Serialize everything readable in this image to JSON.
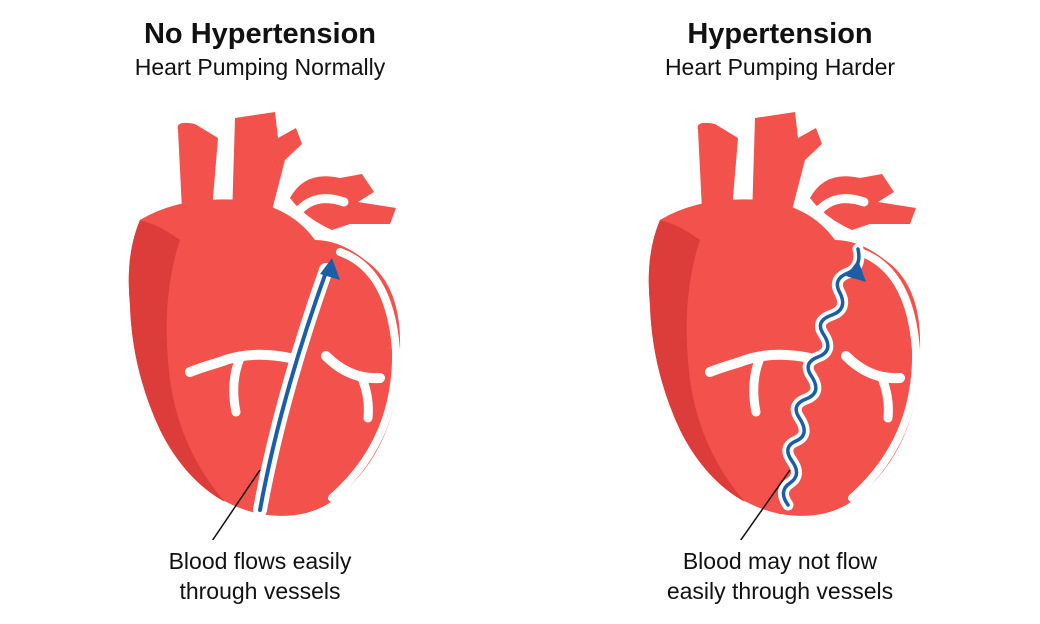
{
  "panels": [
    {
      "title": "No Hypertension",
      "subtitle": "Heart Pumping Normally",
      "caption_line1": "Blood flows easily",
      "caption_line2": "through vessels",
      "vessel_style": "straight"
    },
    {
      "title": "Hypertension",
      "subtitle": "Heart Pumping Harder",
      "caption_line1": "Blood may not flow",
      "caption_line2": "easily through vessels",
      "vessel_style": "wavy"
    }
  ],
  "colors": {
    "heart": "#f2524b",
    "heart_shadow": "#dd3d3a",
    "vessel": "#1a5ea8",
    "vessel_lining": "#ffffff",
    "text": "#111111"
  }
}
